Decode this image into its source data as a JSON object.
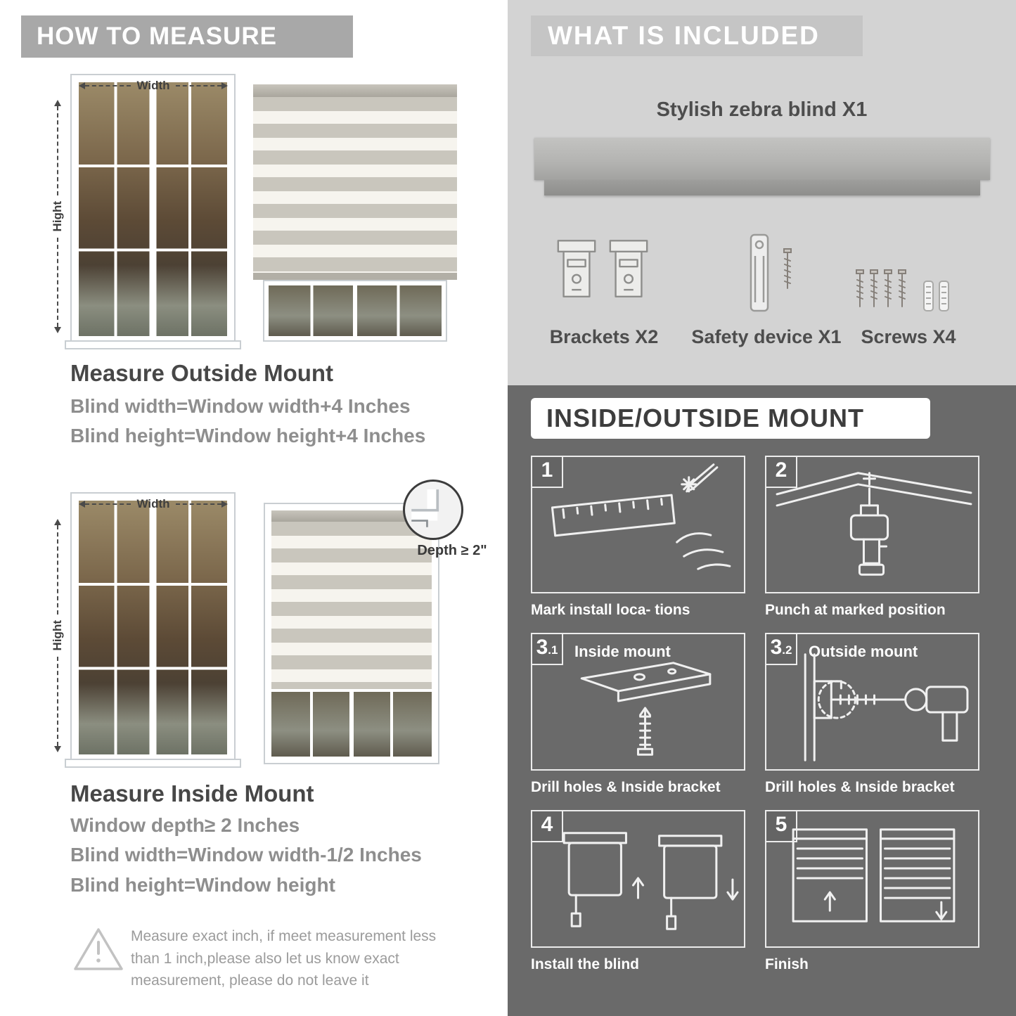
{
  "colors": {
    "left-header-bg": "#a8a8a8",
    "included-bg": "#d3d3d3",
    "included-band-bg": "#c5c5c5",
    "mount-bg": "#6a6a6a",
    "heading-text": "#474747",
    "body-text": "#8e8e8e",
    "stripe-gray": "#c9c6bd",
    "stripe-light": "#f6f4ee"
  },
  "left": {
    "header": "HOW TO MEASURE",
    "outside": {
      "width_label": "Width",
      "height_label": "Hight",
      "heading": "Measure Outside Mount",
      "line1": "Blind width=Window width+4 Inches",
      "line2": "Blind height=Window height+4 Inches"
    },
    "inside": {
      "width_label": "Width",
      "height_label": "Hight",
      "depth_label": "Depth ≥ 2\"",
      "heading": "Measure Inside Mount",
      "line1": "Window depth≥ 2 Inches",
      "line2": "Blind width=Window width-1/2 Inches",
      "line3": "Blind height=Window height"
    },
    "note": "Measure exact inch, if meet measurement less than 1 inch,please also let us know exact measurement, please do not leave it"
  },
  "included": {
    "header": "WHAT IS INCLUDED",
    "product_title": "Stylish zebra blind X1",
    "items": [
      {
        "label": "Brackets X2"
      },
      {
        "label": "Safety device X1"
      },
      {
        "label": "Screws X4"
      }
    ]
  },
  "mount": {
    "header": "INSIDE/OUTSIDE MOUNT",
    "steps": [
      {
        "num": "1",
        "num_small": "",
        "sub": "",
        "caption": "Mark install loca- tions"
      },
      {
        "num": "2",
        "num_small": "",
        "sub": "",
        "caption": "Punch at  marked position"
      },
      {
        "num": "3",
        "num_small": ".1",
        "sub": "Inside mount",
        "caption": "Drill holes &  Inside bracket"
      },
      {
        "num": "3",
        "num_small": ".2",
        "sub": "Outside mount",
        "caption": "Drill holes &  Inside bracket"
      },
      {
        "num": "4",
        "num_small": "",
        "sub": "",
        "caption": "Install the blind"
      },
      {
        "num": "5",
        "num_small": "",
        "sub": "",
        "caption": "Finish"
      }
    ]
  }
}
